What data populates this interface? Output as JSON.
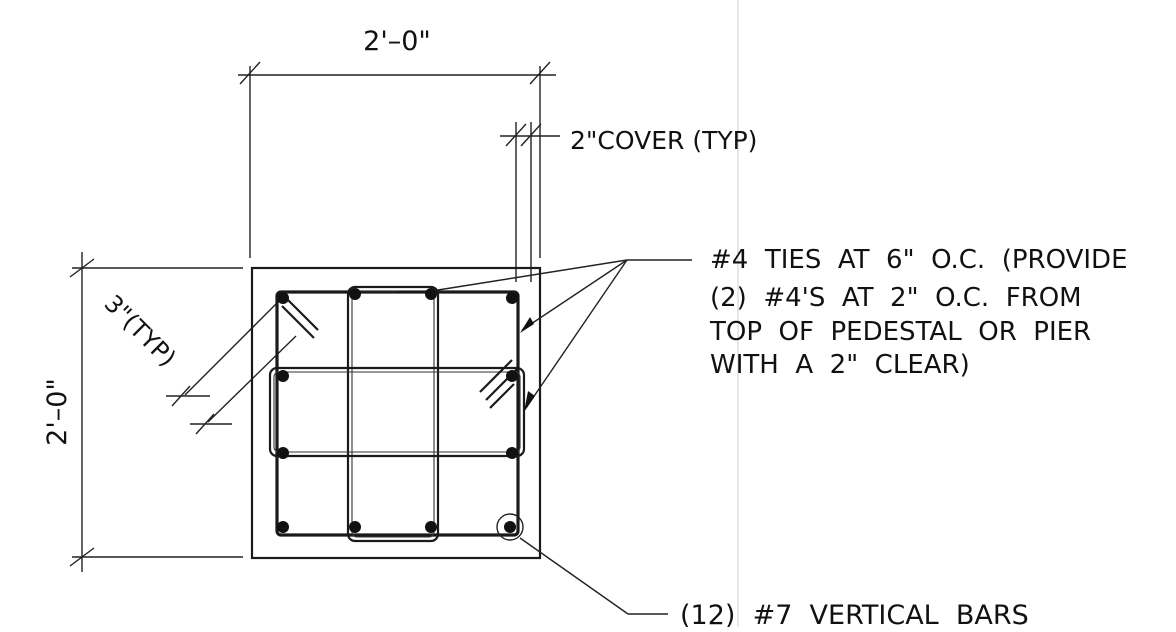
{
  "dimensions": {
    "top_width": "2'–0\"",
    "side_height": "2'–0\"",
    "cover": "2\"COVER (TYP)",
    "corner_typ": "3\"(TYP)"
  },
  "notes": {
    "ties_line1": "#4  TIES  AT  6\"  O.C.  (PROVIDE",
    "ties_line2": "(2)  #4'S  AT  2\"  O.C.  FROM",
    "ties_line3": "TOP  OF  PEDESTAL  OR  PIER",
    "ties_line4": "WITH  A  2\"  CLEAR)",
    "vertical_bars": "(12)  #7  VERTICAL  BARS"
  }
}
